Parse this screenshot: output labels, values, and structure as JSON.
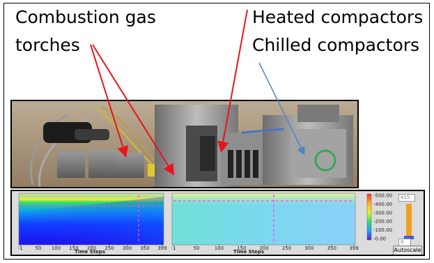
{
  "labels": {
    "combustion_line1": "Combustion gas",
    "combustion_line2": "torches",
    "heated": "Heated compactors",
    "chilled": "Chilled compactors"
  },
  "colors": {
    "red_arrow": "#e8141a",
    "blue_arrow": "#4a86c8"
  },
  "chart_data": [
    {
      "type": "heatmap",
      "xlabel": "Time Steps",
      "x_ticks": [
        "-1",
        "50",
        "100",
        "150",
        "200",
        "250",
        "300",
        "350",
        "399"
      ],
      "xlim": [
        -1,
        399
      ]
    },
    {
      "type": "heatmap",
      "xlabel": "Time Steps",
      "x_ticks": [
        "-1",
        "50",
        "100",
        "150",
        "200",
        "250",
        "300",
        "350",
        "399"
      ],
      "xlim": [
        -1,
        399
      ]
    }
  ],
  "colorbar": {
    "ticks": [
      "500.00",
      "400.00",
      "300.00",
      "200.00",
      "100.00",
      "0.00"
    ],
    "max_box": "415",
    "min_box": "0"
  },
  "buttons": {
    "autoscale": "Autoscale"
  }
}
